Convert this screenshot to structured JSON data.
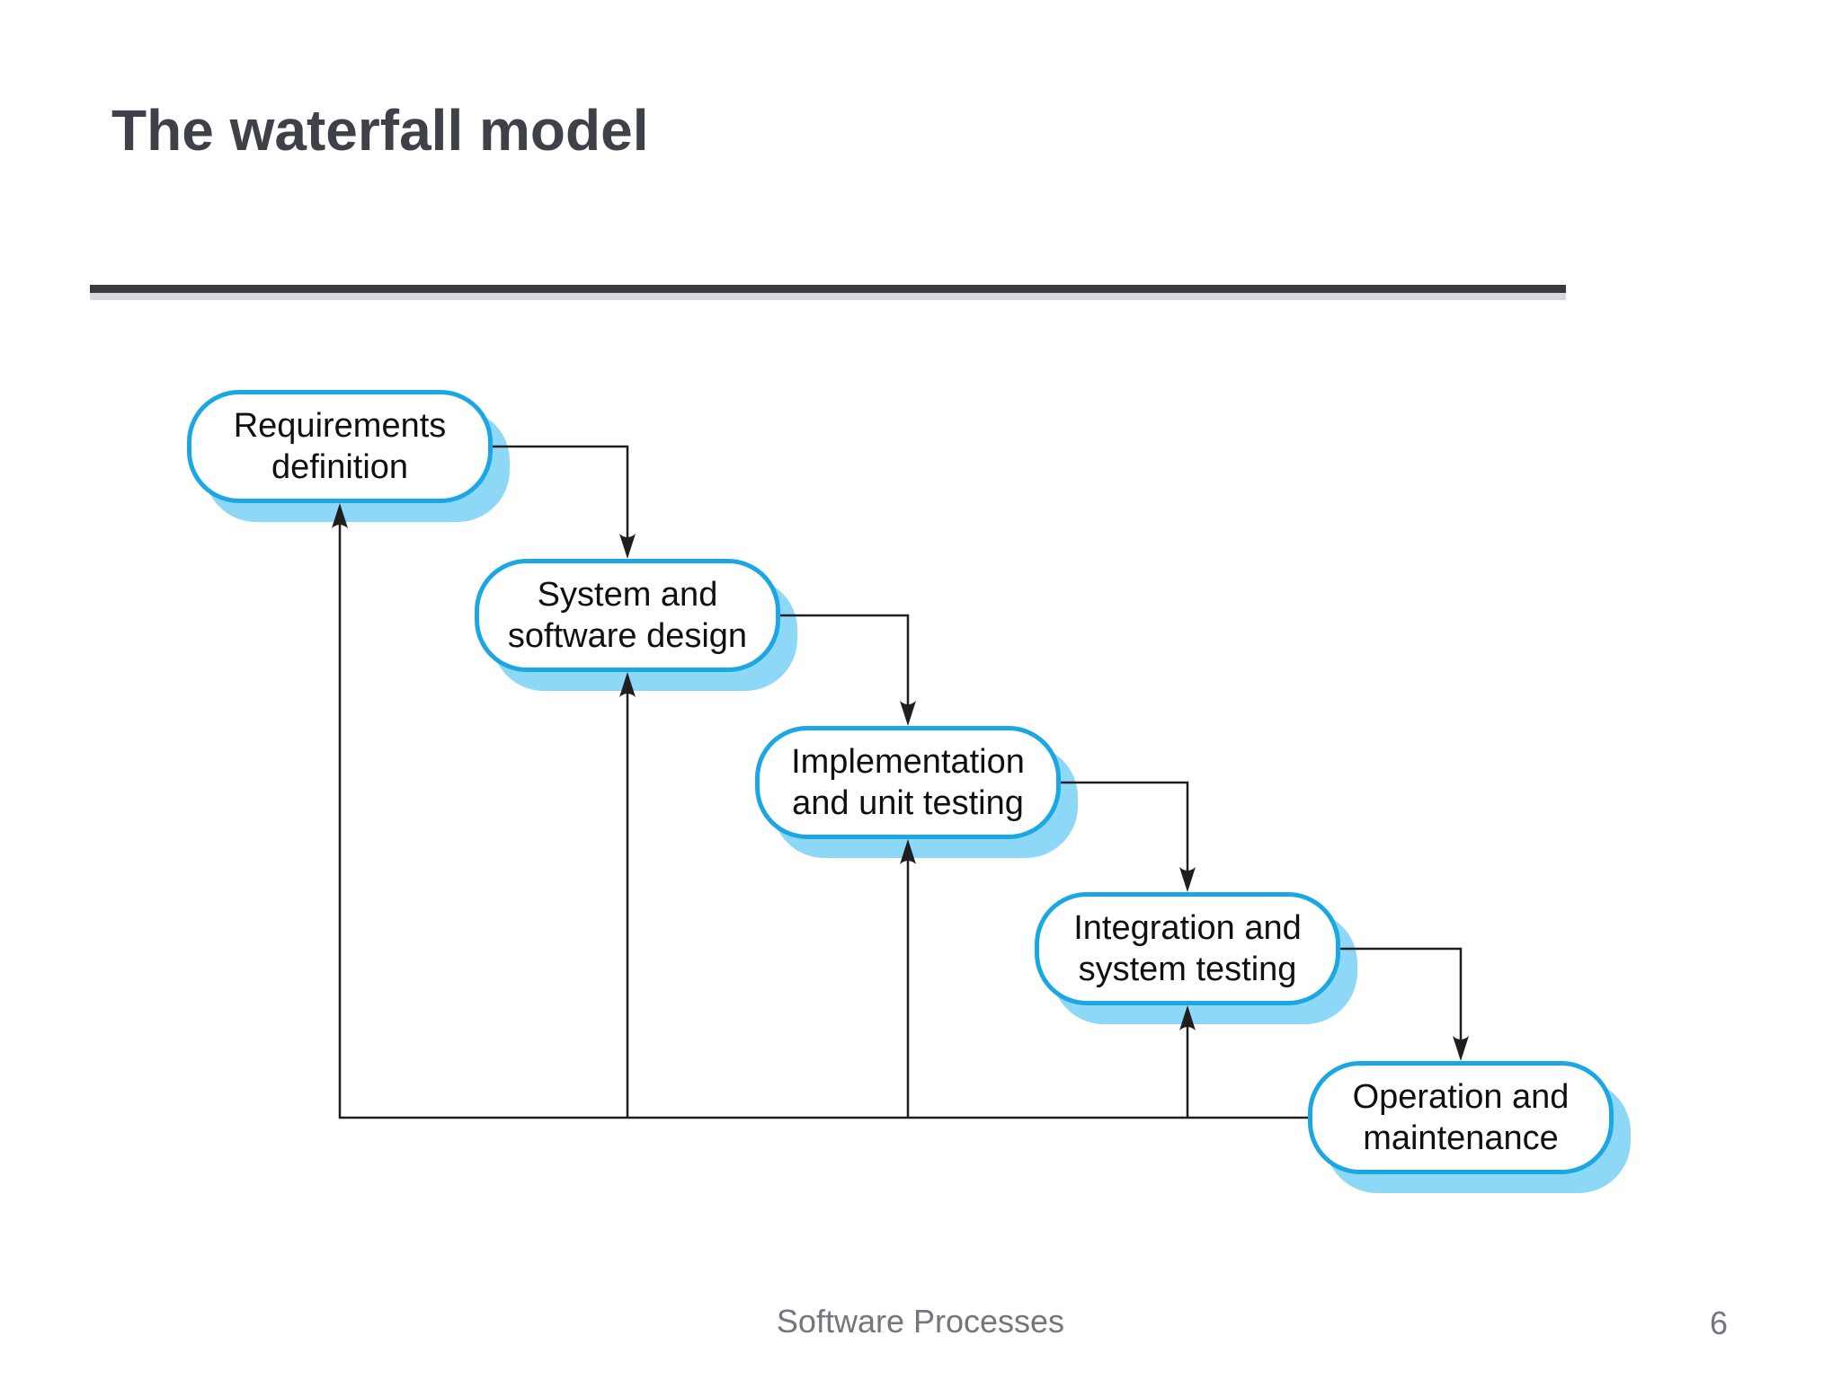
{
  "slide": {
    "title": "The waterfall model",
    "footer_label": "Software Processes",
    "page_number": "6"
  },
  "diagram": {
    "stages": [
      {
        "name": "requirements-definition",
        "lines": [
          "Requirements",
          "definition"
        ]
      },
      {
        "name": "system-software-design",
        "lines": [
          "System and",
          "software design"
        ]
      },
      {
        "name": "implementation-unit-testing",
        "lines": [
          "Implementation",
          "and unit testing"
        ]
      },
      {
        "name": "integration-system-testing",
        "lines": [
          "Integration and",
          "system testing"
        ]
      },
      {
        "name": "operation-maintenance",
        "lines": [
          "Operation and",
          "maintenance"
        ]
      }
    ]
  },
  "colors": {
    "box_border": "#1BA7E3",
    "box_shadow": "#8ED8F7",
    "connector": "#1F1F1F",
    "title_text": "#3E4147",
    "footer_text": "#76757D",
    "rule_dark": "#3A3B40",
    "rule_light": "#D9D9DD",
    "box_text": "#101010",
    "background": "#FFFFFF"
  }
}
